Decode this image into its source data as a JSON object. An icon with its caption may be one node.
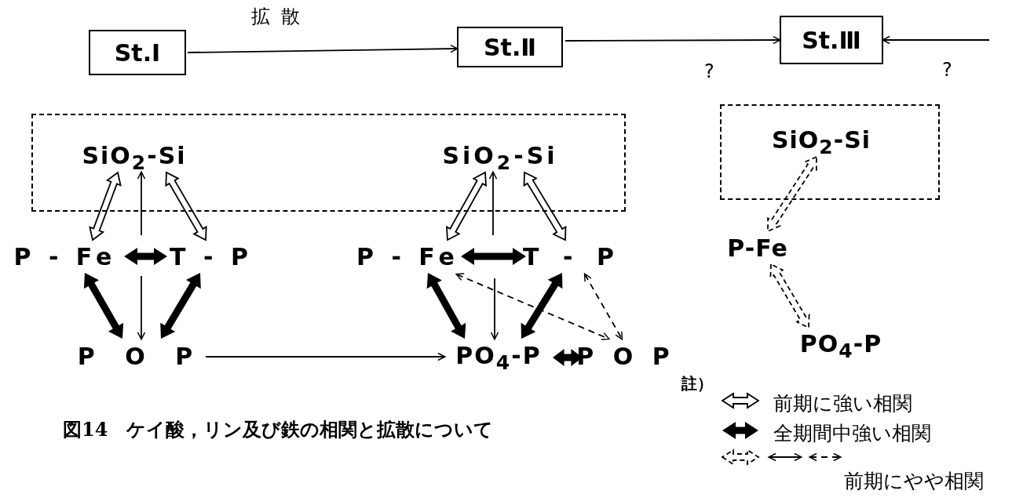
{
  "diagram": {
    "caption": "図14　ケイ酸，リン及び鉄の相関と拡散について",
    "nodes": [
      {
        "text": [
          "St.Ⅰ"
        ]
      },
      {
        "text": [
          "St.Ⅱ"
        ]
      },
      {
        "text": [
          "St.Ⅲ"
        ]
      },
      {
        "text": [],
        "shape": "box"
      },
      {
        "text": [
          "SiO$_{2}$-Si"
        ],
        "in": 3
      },
      {
        "text": [
          "SiO$_{2}$-Si"
        ],
        "in": 3
      },
      {
        "text": [
          "P - Fe"
        ]
      },
      {
        "text": [
          "T - P"
        ]
      },
      {
        "text": [
          "P O P"
        ]
      },
      {
        "text": [
          "P - Fe"
        ]
      },
      {
        "text": [
          "T - P"
        ]
      },
      {
        "text": [
          "PO$_{4}$-P"
        ]
      },
      {
        "text": [
          "P O P"
        ]
      },
      {
        "text": [],
        "shape": "box"
      },
      {
        "text": [
          "SiO$_{2}$-Si"
        ],
        "in": 13
      },
      {
        "text": [
          "P-Fe"
        ]
      },
      {
        "text": [
          "PO$_{4}$-P"
        ]
      }
    ],
    "edges": [
      {
        "from": 0,
        "to": 1,
        "arrow": "to",
        "label": "拡散"
      },
      {
        "from": 1,
        "to": 2,
        "arrow": "to",
        "label": "?"
      },
      {
        "from": null,
        "to": 2,
        "arrow": "to",
        "label": "?"
      },
      {
        "from": 6,
        "to": 4,
        "arrow": "both",
        "style": "thick",
        "color": "#ffffff"
      },
      {
        "from": null,
        "to": 4,
        "arrow": "to"
      },
      {
        "from": 7,
        "to": 4,
        "arrow": "both",
        "style": "thick",
        "color": "#ffffff"
      },
      {
        "from": 6,
        "to": 7,
        "arrow": "both",
        "style": "thick"
      },
      {
        "from": null,
        "to": 8,
        "arrow": "to"
      },
      {
        "from": 6,
        "to": 8,
        "arrow": "both",
        "style": "thick"
      },
      {
        "from": 7,
        "to": 8,
        "arrow": "both",
        "style": "thick"
      },
      {
        "from": 8,
        "to": 11,
        "arrow": "to"
      },
      {
        "from": 9,
        "to": 5,
        "arrow": "both",
        "style": "thick",
        "color": "#ffffff"
      },
      {
        "from": null,
        "to": 5,
        "arrow": "to"
      },
      {
        "from": 10,
        "to": 5,
        "arrow": "both",
        "style": "thick",
        "color": "#ffffff"
      },
      {
        "from": 9,
        "to": 10,
        "arrow": "both",
        "style": "thick"
      },
      {
        "from": null,
        "to": 11,
        "arrow": "to"
      },
      {
        "from": 9,
        "to": 11,
        "arrow": "both",
        "style": "thick"
      },
      {
        "from": 10,
        "to": 11,
        "arrow": "both",
        "style": "thick"
      },
      {
        "from": 9,
        "to": 12,
        "arrow": "both",
        "style": "dashed"
      },
      {
        "from": 10,
        "to": 12,
        "arrow": "both",
        "style": "dashed"
      },
      {
        "from": 11,
        "to": 12,
        "arrow": "both",
        "style": "thick"
      },
      {
        "from": 14,
        "to": 15,
        "arrow": "both",
        "style": "dashed",
        "color": "#ffffff"
      },
      {
        "from": 15,
        "to": 16,
        "arrow": "both",
        "style": "dashed",
        "color": "#ffffff"
      }
    ],
    "labels": [
      "註）"
    ],
    "legend": [
      {
        "text": "前期に強い相関"
      },
      {
        "text": "全期間中強い相関"
      },
      {
        "text": "前期にやや相関"
      }
    ]
  }
}
